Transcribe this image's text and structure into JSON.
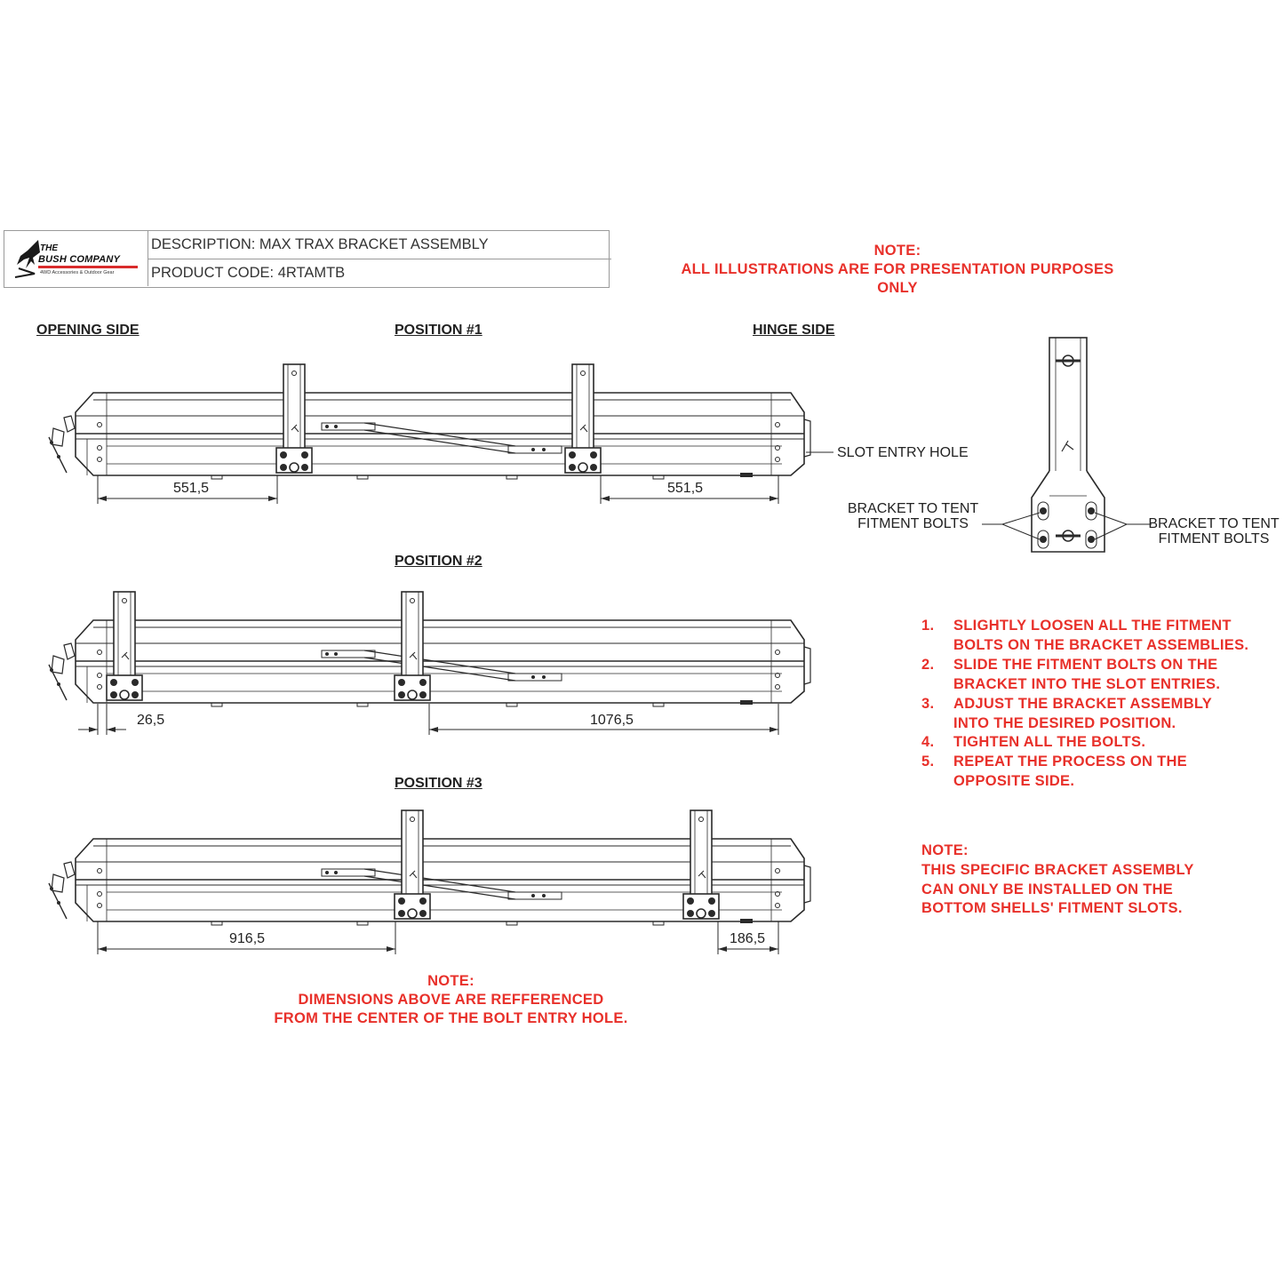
{
  "title_block": {
    "logo": {
      "line1": "THE",
      "line2": "BUSH COMPANY",
      "tagline": "4WD Accessories & Outdoor Gear",
      "accent_color": "#d92b2b"
    },
    "description": "DESCRIPTION: MAX TRAX BRACKET ASSEMBLY",
    "product_code": "PRODUCT CODE: 4RTAMTB"
  },
  "top_note": {
    "heading": "NOTE:",
    "text": "ALL ILLUSTRATIONS ARE FOR PRESENTATION PURPOSES ONLY"
  },
  "labels": {
    "opening_side": "OPENING SIDE",
    "hinge_side": "HINGE SIDE",
    "position_1": "POSITION #1",
    "position_2": "POSITION #2",
    "position_3": "POSITION #3",
    "slot_entry_hole": "SLOT ENTRY HOLE",
    "bolts_left_1": "BRACKET TO TENT",
    "bolts_left_2": "FITMENT BOLTS",
    "bolts_right_1": "BRACKET TO TENT",
    "bolts_right_2": "FITMENT BOLTS"
  },
  "dimensions": {
    "p1_left": "551,5",
    "p1_right": "551,5",
    "p2_left": "26,5",
    "p2_right": "1076,5",
    "p3_left": "916,5",
    "p3_right": "186,5"
  },
  "steps": [
    {
      "num": "1.",
      "line1": "SLIGHTLY LOOSEN ALL THE FITMENT",
      "line2": "BOLTS ON THE BRACKET ASSEMBLIES."
    },
    {
      "num": "2.",
      "line1": "SLIDE THE FITMENT BOLTS ON THE",
      "line2": "BRACKET INTO THE SLOT ENTRIES."
    },
    {
      "num": "3.",
      "line1": "ADJUST THE BRACKET ASSEMBLY",
      "line2": "INTO THE DESIRED POSITION."
    },
    {
      "num": "4.",
      "line1": "TIGHTEN ALL THE BOLTS.",
      "line2": ""
    },
    {
      "num": "5.",
      "line1": "REPEAT THE PROCESS ON THE",
      "line2": "OPPOSITE SIDE."
    }
  ],
  "side_note": {
    "heading": "NOTE:",
    "line1": "THIS SPECIFIC BRACKET ASSEMBLY",
    "line2": "CAN ONLY BE INSTALLED ON THE",
    "line3": "BOTTOM SHELLS' FITMENT SLOTS."
  },
  "bottom_note": {
    "heading": "NOTE:",
    "line1": "DIMENSIONS ABOVE ARE REFFERENCED",
    "line2": "FROM THE CENTER OF THE BOLT ENTRY HOLE."
  },
  "colors": {
    "note_red": "#e8302a",
    "line": "#2a2a2a"
  },
  "icons": [
    "bush-company-logo-icon"
  ]
}
